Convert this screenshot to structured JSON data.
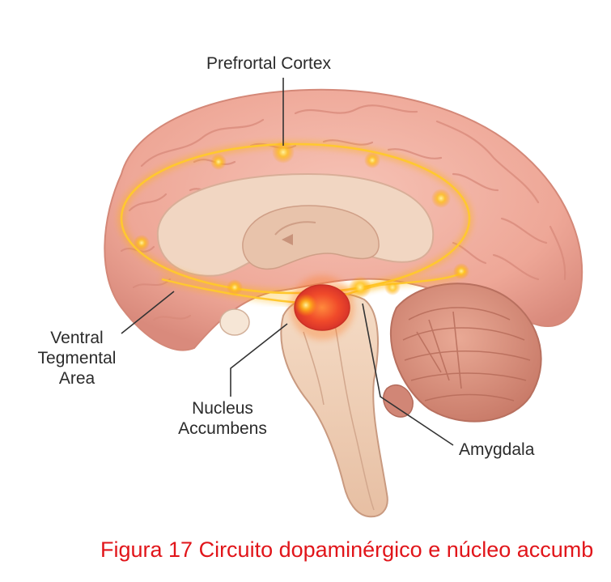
{
  "labels": {
    "prefrontal_cortex": "Prefrortal Cortex",
    "vta_line1": "Ventral",
    "vta_line2": "Tegmental",
    "vta_line3": "Area",
    "nac_line1": "Nucleus",
    "nac_line2": "Accumbens",
    "amygdala": "Amygdala"
  },
  "caption": "Figura 17 Circuito dopaminérgico e núcleo accumb",
  "colors": {
    "brain": "#f0b0a2",
    "brain_dark": "#d98d80",
    "inner": "#f3dac8",
    "pathway": "#ffb300",
    "nucleus": "#f04a2a",
    "caption": "#e1151a"
  }
}
